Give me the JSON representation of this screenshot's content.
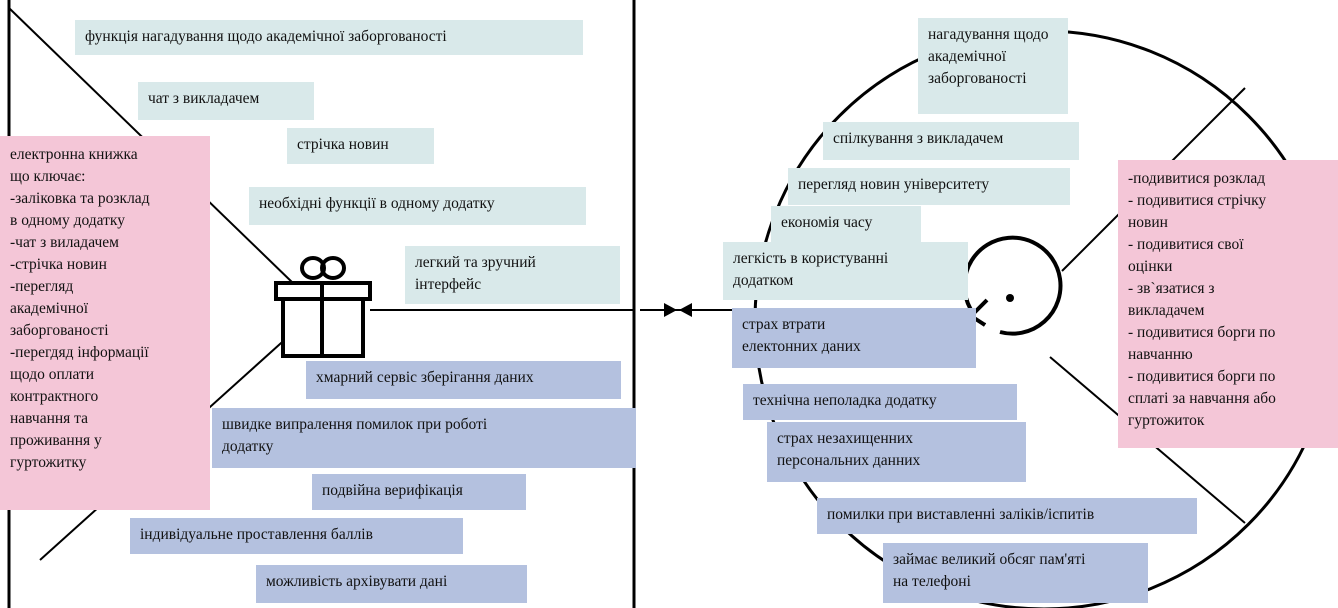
{
  "gain_creators": [
    {
      "text": "функція нагадування щодо академічної заборгованості",
      "color": "#d9e9ea"
    },
    {
      "text": "чат з викладачем",
      "color": "#d9e9ea"
    },
    {
      "text": "стрічка новин",
      "color": "#d9e9ea"
    },
    {
      "text": "необхідні функції в одному додатку",
      "color": "#d9e9ea"
    },
    {
      "text": "легкий та зручний\nінтерфейс",
      "color": "#d9e9ea"
    }
  ],
  "products_services": {
    "text": "електронна книжка\nщо ключає:\n-заліковка та розклад\nв  одному додатку\n-чат з виладачем\n-стрічка новин\n-перегляд\nакадемічної\nзаборгованості\n-перегдяд інформації\nщодо оплати\nконтрактного\nнавчання та\nпроживання у\nгуртожитку",
    "color": "#f4c6d7"
  },
  "pain_relievers": [
    {
      "text": "хмарний сервіс зберігання даних",
      "color": "#b4c1df"
    },
    {
      "text": "швидке випралення помилок при роботі\nдодатку",
      "color": "#b4c1df"
    },
    {
      "text": "подвійна верифікація",
      "color": "#b4c1df"
    },
    {
      "text": "індивідуальне проставлення баллів",
      "color": "#b4c1df"
    },
    {
      "text": "можливість архівувати дані",
      "color": "#b4c1df"
    }
  ],
  "gains": [
    {
      "text": "нагадування щодо\nакадемічної\nзаборгованості",
      "color": "#d9e9ea"
    },
    {
      "text": "спілкування з викладачем",
      "color": "#d9e9ea"
    },
    {
      "text": "перегляд новин університету",
      "color": "#d9e9ea"
    },
    {
      "text": "економія часу",
      "color": "#d9e9ea"
    },
    {
      "text": "легкість в користуванні\nдодатком",
      "color": "#d9e9ea"
    }
  ],
  "pains": [
    {
      "text": "страх втрати\nелектонних даних",
      "color": "#b4c1df"
    },
    {
      "text": "технічна неполадка додатку",
      "color": "#b4c1df"
    },
    {
      "text": "страх незахищенних\nперсональних данних",
      "color": "#b4c1df"
    },
    {
      "text": "помилки при виставленні заліків/іспитів",
      "color": "#b4c1df"
    },
    {
      "text": "займає великий обсяг пам'яті\nна телефоні",
      "color": "#b4c1df"
    }
  ],
  "customer_jobs": {
    "text": "-подивитися розклад\n- подивитися стрічку\nновин\n- подивитися свої\nоцінки\n- зв`язатися з\nвикладачем\n- подивитися борги по\nнавчанню\n- подивитися борги по\nсплаті за навчання або\nгуртожиток",
    "color": "#f4c6d7"
  }
}
